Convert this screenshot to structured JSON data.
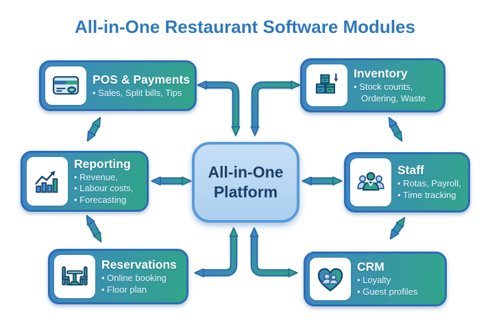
{
  "title": "All-in-One Restaurant Software Modules",
  "center": {
    "line1": "All-in-One",
    "line2": "Platform"
  },
  "modules": [
    {
      "name": "POS & Payments",
      "icon": "credit-card-icon",
      "bullets": [
        "• Sales, Split bills, Tips"
      ]
    },
    {
      "name": "Inventory",
      "icon": "inventory-boxes-icon",
      "bullets": [
        "• Stock counts, Ordering, Waste"
      ]
    },
    {
      "name": "Reporting",
      "icon": "bar-chart-icon",
      "bullets": [
        "• Revenue,",
        "• Labour costs,",
        "• Forecasting"
      ]
    },
    {
      "name": "Staff",
      "icon": "staff-people-icon",
      "bullets": [
        "• Rotas, Payroll,",
        "• Time tracking"
      ]
    },
    {
      "name": "Reservations",
      "icon": "table-chairs-icon",
      "bullets": [
        "• Online booking",
        "• Floor plan"
      ]
    },
    {
      "name": "CRM",
      "icon": "heart-people-icon",
      "bullets": [
        "• Loyalty",
        "• Guest profiles"
      ]
    }
  ],
  "colors": {
    "title_text": "#2f79ba",
    "module_gradient_start": "#3e86c4",
    "module_gradient_end": "#31a589",
    "module_border": "#2b6cb8",
    "module_title_text": "#ffffff",
    "module_bullet_text": "#ecf6ff",
    "center_fill": "#b9d8f4",
    "center_border": "#5b9bd7",
    "center_text": "#1c3f66",
    "arrow_blue": "#3d85c6",
    "arrow_green": "#2fa287",
    "arrow_outline": "#26679f"
  }
}
